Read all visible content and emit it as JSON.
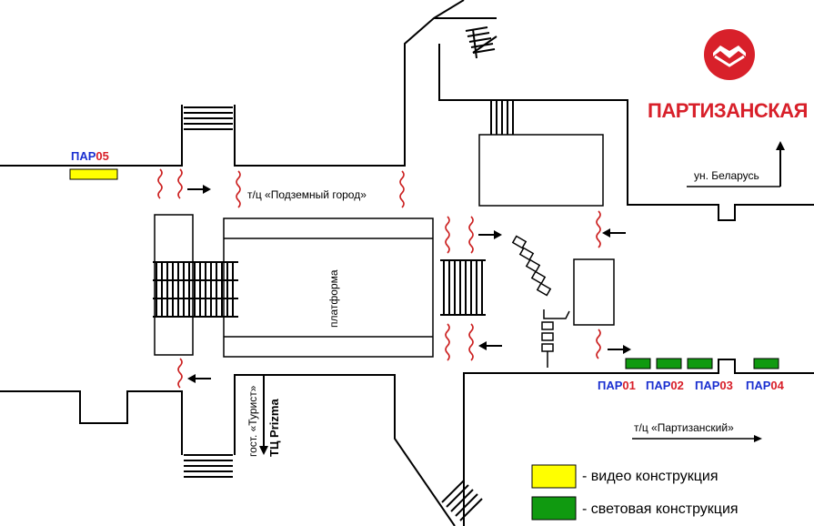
{
  "station": {
    "title": "ПАРТИЗАНСКАЯ"
  },
  "labels": {
    "underground_mall": "т/ц «Подземный город»",
    "platform": "платформа",
    "hotel": "гост. «Турист»",
    "prizma": "ТЦ Prizma",
    "univermag": "ун. Беларусь",
    "partizansky": "т/ц «Партизанский»"
  },
  "placements": [
    {
      "prefix": "ПАР",
      "number": "05",
      "type": "video"
    },
    {
      "prefix": "ПАР",
      "number": "01",
      "type": "light"
    },
    {
      "prefix": "ПАР",
      "number": "02",
      "type": "light"
    },
    {
      "prefix": "ПАР",
      "number": "03",
      "type": "light"
    },
    {
      "prefix": "ПАР",
      "number": "04",
      "type": "light"
    }
  ],
  "legend": {
    "video": {
      "label": "- видео конструкция",
      "color": "#ffff00"
    },
    "light": {
      "label": "- световая конструкция",
      "color": "#109a10"
    }
  },
  "colors": {
    "door": "#cc2222",
    "brand": "#d8202a",
    "code_prefix": "#1a2fd0"
  },
  "icons": {
    "logo": "metro-logo-icon"
  }
}
